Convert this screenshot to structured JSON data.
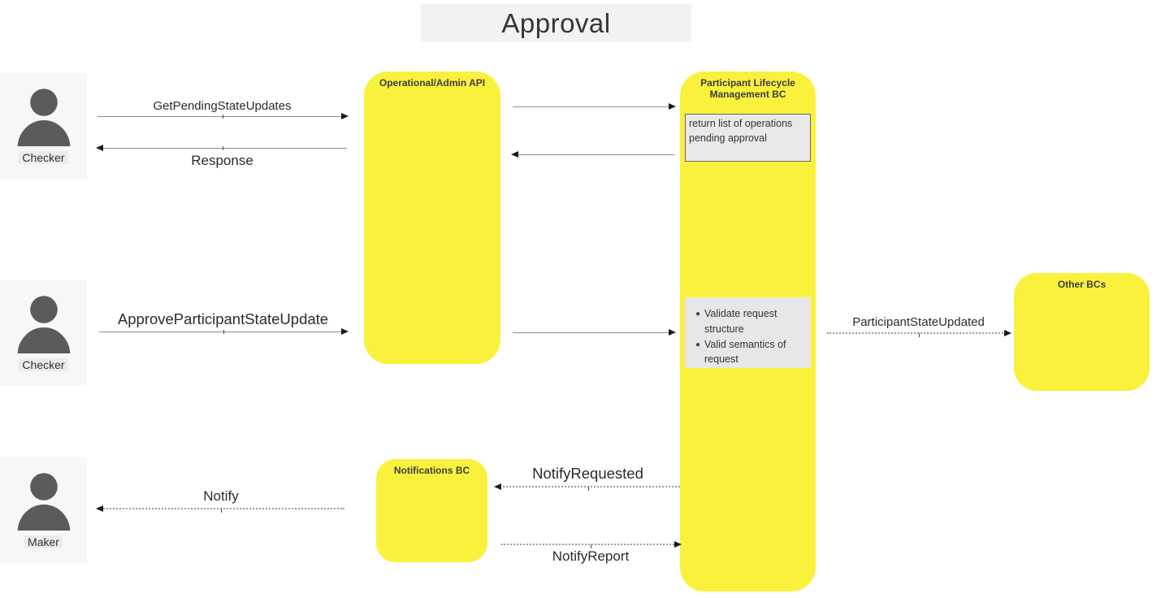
{
  "title": "Approval",
  "actors": [
    {
      "label": "Checker"
    },
    {
      "label": "Checker"
    },
    {
      "label": "Maker"
    }
  ],
  "components": {
    "op_admin_api": "Operational/Admin API",
    "plm_bc": "Participant Lifecycle Management BC",
    "notifications_bc": "Notifications BC",
    "other_bcs": "Other BCs"
  },
  "notes": {
    "return_list": "return list of operations pending approval",
    "validation_items": [
      "Validate request structure",
      "Valid semantics of request"
    ]
  },
  "messages": {
    "get_pending": "GetPendingStateUpdates",
    "response": "Response",
    "approve": "ApproveParticipantStateUpdate",
    "participant_state_updated": "ParticipantStateUpdated",
    "notify_requested": "NotifyRequested",
    "notify": "Notify",
    "notify_report": "NotifyReport"
  },
  "colors": {
    "component_fill": "#FAF13C",
    "note_fill": "#E8E8E8",
    "note_border": "#6A6A6A",
    "title_band": "#F2F2F2",
    "actor_bg": "#F7F7F7",
    "actor_icon": "#5B5B5B",
    "arrow_solid": "#8C8C8C",
    "arrow_dotted": "#9B9B9B",
    "arrowhead": "#1A1A1A",
    "text": "#333333"
  }
}
